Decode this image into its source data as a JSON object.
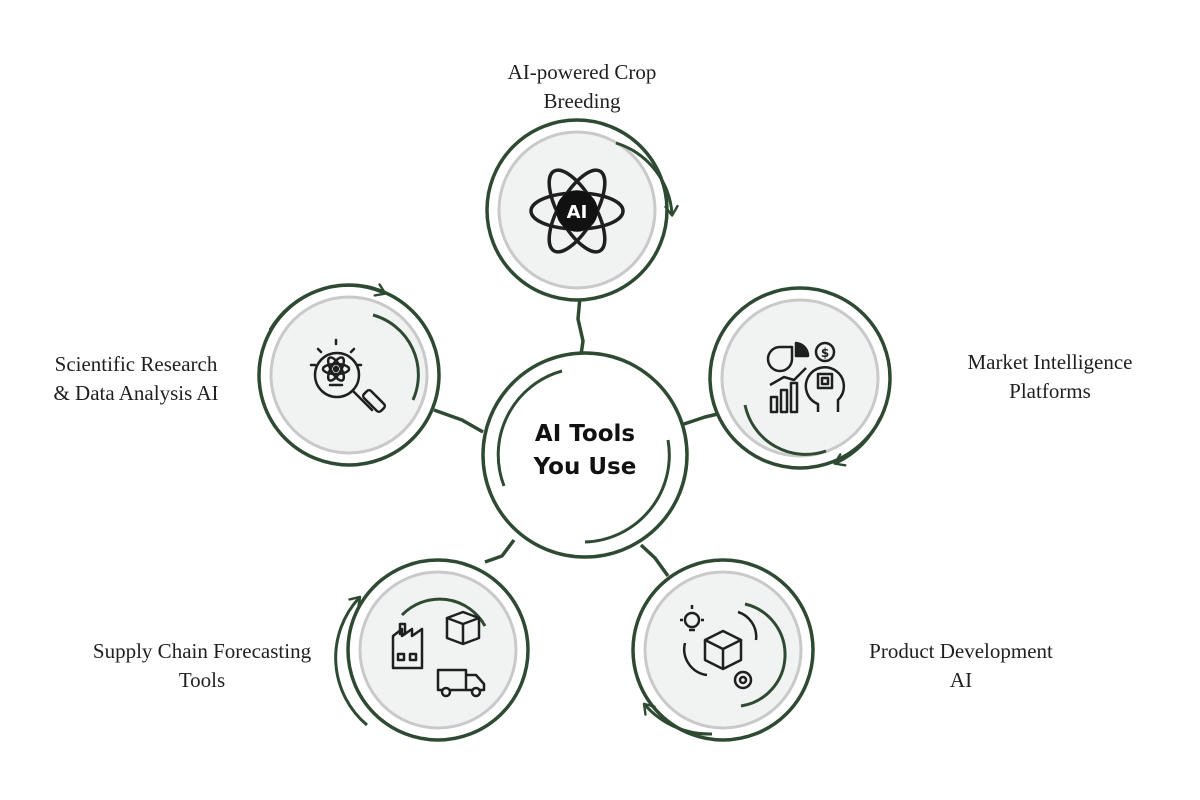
{
  "diagram": {
    "center": {
      "title_line1": "AI Tools",
      "title_line2": "You Use"
    },
    "nodes": [
      {
        "id": "crop-breeding",
        "label_line1": "AI-powered Crop",
        "label_line2": "Breeding",
        "icon": "atom-ai-icon",
        "icon_text": "AI"
      },
      {
        "id": "market-intelligence",
        "label_line1": "Market Intelligence",
        "label_line2": "Platforms",
        "icon": "market-analytics-icon"
      },
      {
        "id": "product-development",
        "label_line1": "Product Development",
        "label_line2": "AI",
        "icon": "product-development-icon"
      },
      {
        "id": "supply-chain",
        "label_line1": "Supply Chain Forecasting",
        "label_line2": "Tools",
        "icon": "supply-chain-icon"
      },
      {
        "id": "scientific-research",
        "label_line1": "Scientific Research",
        "label_line2": "& Data Analysis AI",
        "icon": "research-magnifier-icon"
      }
    ]
  },
  "colors": {
    "accent_green": "#2f4a32",
    "inner_ring_gray": "#c9c9c9",
    "circle_fill": "#f1f3f2",
    "icon_stroke": "#1f1f1f",
    "label_text": "#1f1f1f"
  }
}
